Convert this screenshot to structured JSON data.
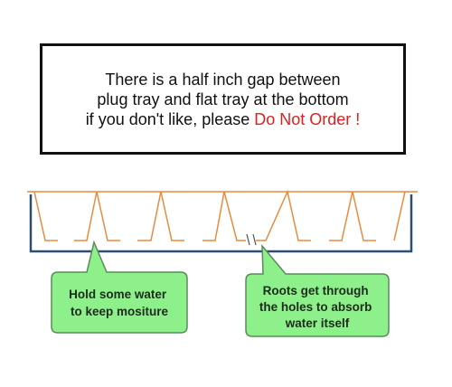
{
  "notice": {
    "line1": "There is a half inch gap between",
    "line2": "plug tray and flat tray at the bottom",
    "line3_prefix": "if you don't like, please",
    "line3_warning": "Do Not Order !"
  },
  "callouts": {
    "left": {
      "line1": "Hold some water",
      "line2": "to keep mositure"
    },
    "right": {
      "line1": "Roots get through",
      "line2": "the holes to absorb",
      "line3": "water itself"
    }
  },
  "colors": {
    "plug_tray": "#e88b3d",
    "flat_tray": "#2e4e6e",
    "callout_fill": "#8ef08a",
    "callout_stroke": "#5a8a5a",
    "warning_text": "#e31d1d"
  }
}
